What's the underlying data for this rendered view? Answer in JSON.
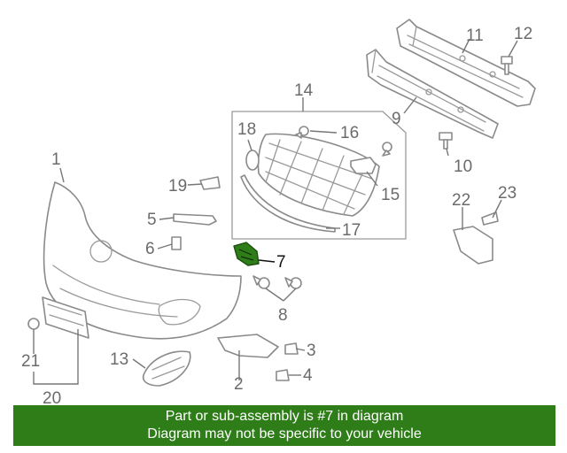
{
  "callouts": {
    "c1": "1",
    "c2": "2",
    "c3": "3",
    "c4": "4",
    "c5": "5",
    "c6": "6",
    "c7": "7",
    "c8": "8",
    "c9": "9",
    "c10": "10",
    "c11": "11",
    "c12": "12",
    "c13": "13",
    "c14": "14",
    "c15": "15",
    "c16": "16",
    "c17": "17",
    "c18": "18",
    "c19": "19",
    "c20": "20",
    "c21": "21",
    "c22": "22",
    "c23": "23"
  },
  "highlight": {
    "part": "7",
    "color": "#2e7d18"
  },
  "footer": {
    "line1": "Part or sub-assembly is #7 in diagram",
    "line2": "Diagram may not be specific to your vehicle",
    "background": "#2e7d18"
  }
}
